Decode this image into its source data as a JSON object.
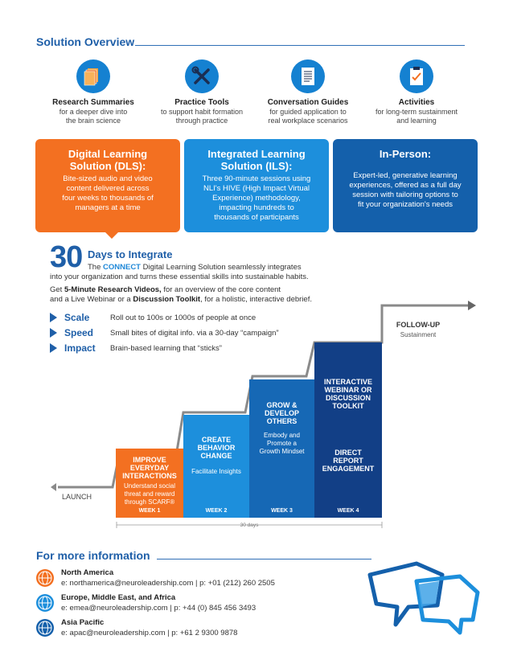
{
  "overview": {
    "title": "Solution Overview",
    "tools": [
      {
        "title": "Research Summaries",
        "line1": "for a deeper dive into",
        "line2": "the brain science",
        "icon": "pages-icon"
      },
      {
        "title": "Practice Tools",
        "line1": "to support habit formation",
        "line2": "through practice",
        "icon": "tools-icon"
      },
      {
        "title": "Conversation Guides",
        "line1": "for guided application to",
        "line2": "real workplace scenarios",
        "icon": "document-icon"
      },
      {
        "title": "Activities",
        "line1": "for long-term sustainment",
        "line2": "and learning",
        "icon": "clipboard-icon"
      }
    ]
  },
  "offerings": {
    "dls": {
      "title1": "Digital Learning",
      "title2": "Solution (DLS):",
      "lines": [
        "Bite-sized audio and video",
        "content delivered across",
        "four weeks to thousands of",
        "managers at a time"
      ]
    },
    "ils": {
      "title1": "Integrated Learning",
      "title2": "Solution (ILS):",
      "lines": [
        "Three 90-minute sessions using",
        "NLI's HIVE (High Impact Virtual",
        "Experience) methodology,",
        "impacting hundreds to",
        "thousands of participants"
      ]
    },
    "inperson": {
      "title1": "In-Person:",
      "lines": [
        "Expert-led, generative learning",
        "experiences, offered as a full day",
        "session with tailoring options to",
        "fit your organization's needs"
      ]
    }
  },
  "integrate": {
    "number": "30",
    "title": "Days to Integrate",
    "p1_pre": "The ",
    "p1_connect": "CONNECT",
    "p1_post": " Digital Learning Solution seamlessly integrates",
    "p1_line2": "into your organization and turns these essential skills into sustainable habits.",
    "p2_pre": "Get ",
    "p2_bold1": "5-Minute Research Videos,",
    "p2_post": " for an overview of the core content",
    "p2_line2_pre": "and a Live Webinar or a ",
    "p2_bold2": "Discussion Toolkit",
    "p2_line2_post": ", for a holistic, interactive debrief.",
    "bullets": [
      {
        "name": "Scale",
        "desc": "Roll out to 100s or 1000s of people at once"
      },
      {
        "name": "Speed",
        "desc": "Small bites of digital info. via a 30-day “campaign”"
      },
      {
        "name": "Impact",
        "desc": "Brain-based learning that “sticks”"
      }
    ]
  },
  "stairs": {
    "launch": "LAUNCH",
    "follow_title": "FOLLOW-UP",
    "follow_sub": "Sustainment",
    "duration": "30 days",
    "weeks": [
      {
        "label": [
          "IMPROVE",
          "EVERYDAY",
          "INTERACTIONS"
        ],
        "sub": [
          "Understand social",
          "threat and reward",
          "through SCARF®"
        ],
        "week": "WEEK 1",
        "color": "#f37021"
      },
      {
        "label": [
          "CREATE",
          "BEHAVIOR",
          "CHANGE"
        ],
        "sub": [
          "Facilitate Insights"
        ],
        "week": "WEEK 2",
        "color": "#1d8fdc"
      },
      {
        "label": [
          "GROW &",
          "DEVELOP",
          "OTHERS"
        ],
        "sub": [
          "Embody and",
          "Promote a",
          "Growth Mindset"
        ],
        "week": "WEEK 3",
        "color": "#1668b5"
      },
      {
        "label": [
          "INTERACTIVE",
          "WEBINAR OR",
          "DISCUSSION",
          "TOOLKIT"
        ],
        "label2": [
          "DIRECT",
          "REPORT",
          "ENGAGEMENT"
        ],
        "week": "WEEK 4",
        "color": "#123f86"
      }
    ]
  },
  "contact": {
    "title": "For more information",
    "regions": [
      {
        "name": "North America",
        "line": "e: northamerica@neuroleadership.com  |  p: +01 (212) 260 2505",
        "color": "#f37021"
      },
      {
        "name": "Europe, Middle East, and Africa",
        "line": "e: emea@neuroleadership.com  |  p: +44 (0) 845 456 3493",
        "color": "#1d8fdc"
      },
      {
        "name": "Asia Pacific",
        "line": "e: apac@neuroleadership.com  |  p: +61 2 9300 9878",
        "color": "#1460ab"
      }
    ]
  },
  "colors": {
    "orange": "#f37021",
    "light_blue": "#1d8fdc",
    "mid_blue": "#1668b5",
    "dark_blue": "#123f86",
    "heading_blue": "#1f5fa8"
  }
}
